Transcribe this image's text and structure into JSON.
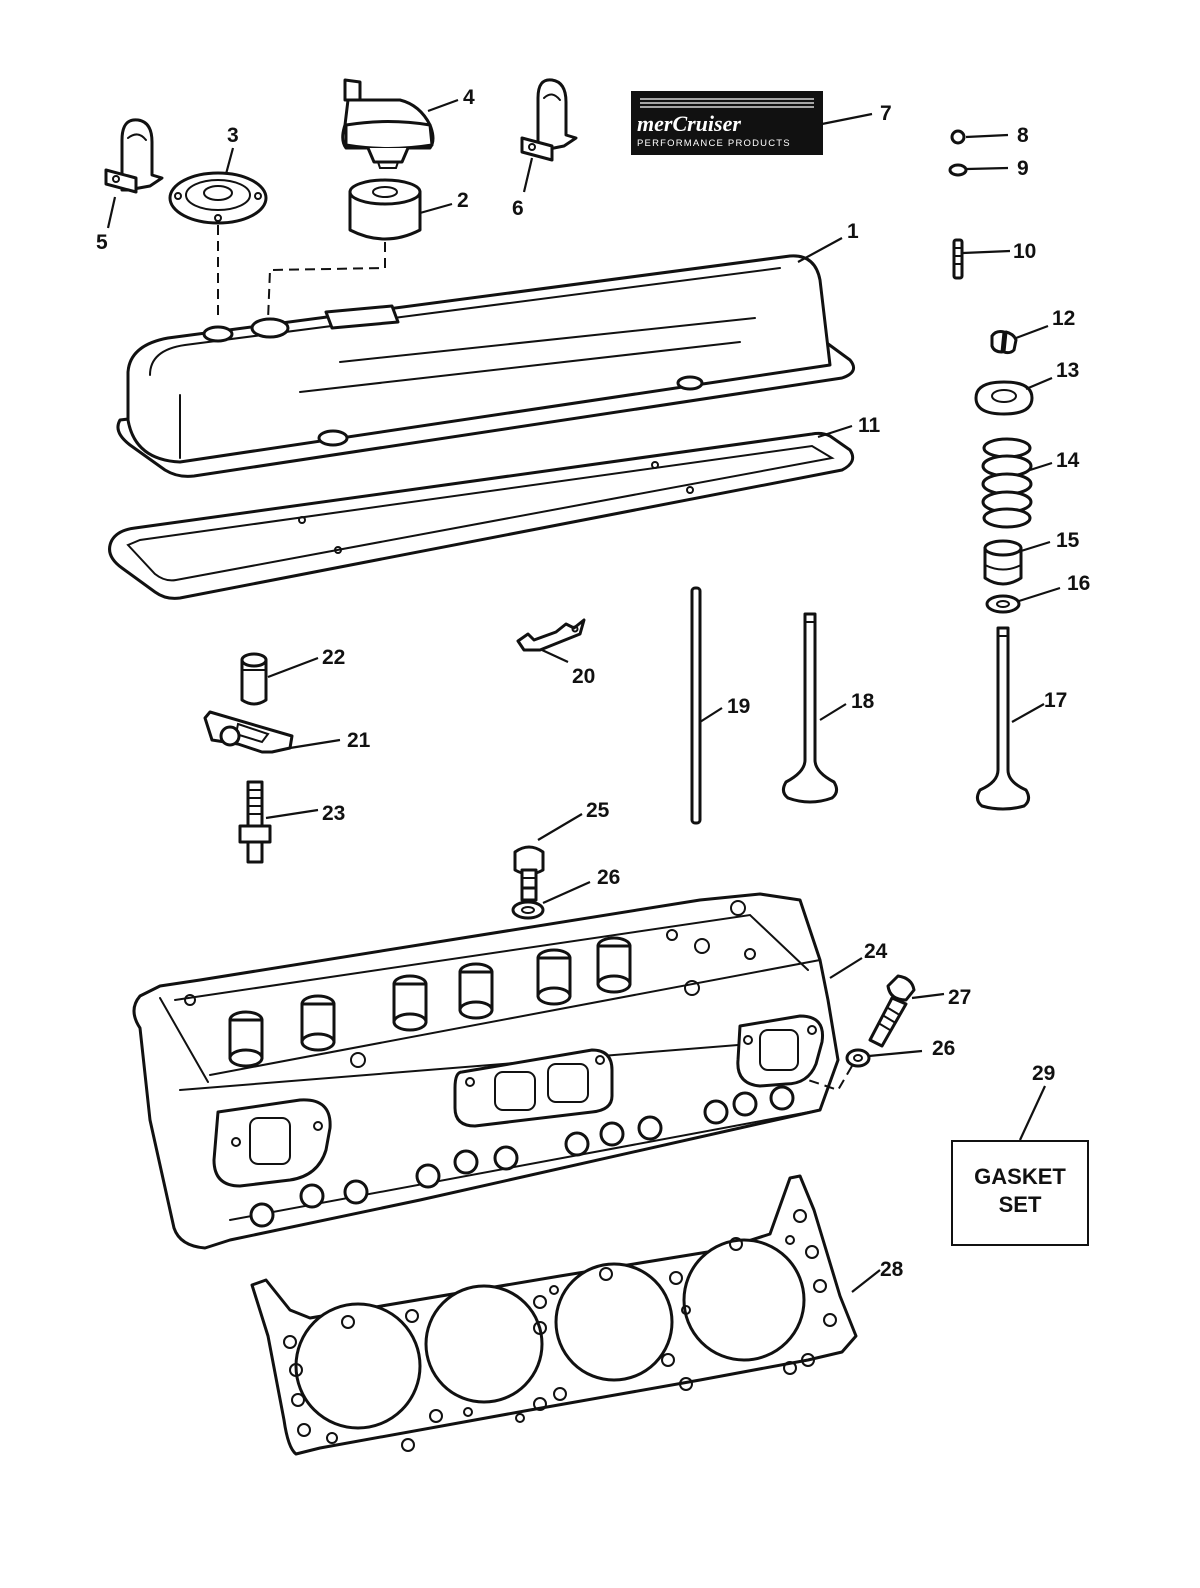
{
  "logo": {
    "brand": "merCruiser",
    "tagline": "PERFORMANCE PRODUCTS"
  },
  "gasket_set_box": {
    "line1": "GASKET",
    "line2": "SET"
  },
  "callouts": {
    "c1": "1",
    "c2": "2",
    "c3": "3",
    "c4": "4",
    "c5": "5",
    "c6": "6",
    "c7": "7",
    "c8": "8",
    "c9": "9",
    "c10": "10",
    "c11": "11",
    "c12": "12",
    "c13": "13",
    "c14": "14",
    "c15": "15",
    "c16": "16",
    "c17": "17",
    "c18": "18",
    "c19": "19",
    "c20": "20",
    "c21": "21",
    "c22": "22",
    "c23": "23",
    "c24": "24",
    "c25": "25",
    "c26a": "26",
    "c26b": "26",
    "c27": "27",
    "c28": "28",
    "c29": "29"
  }
}
